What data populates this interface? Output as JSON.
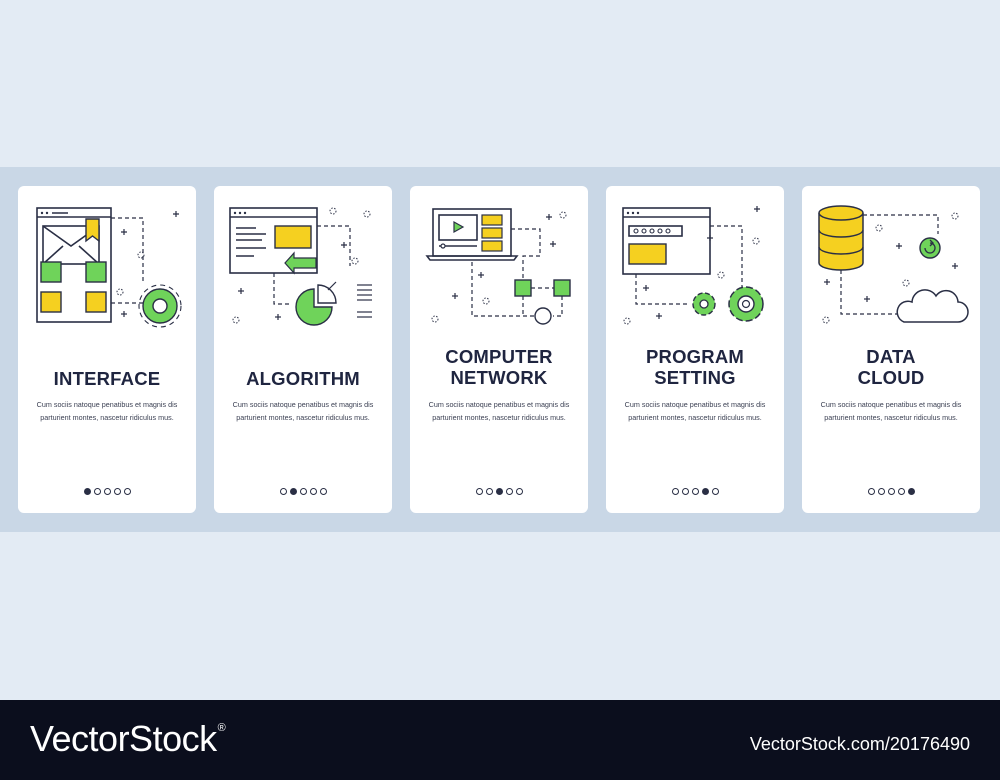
{
  "cards": [
    {
      "title": "INTERFACE",
      "title_lines": 1,
      "desc": "Cum sociis natoque penatibus et magnis dis parturient montes, nascetur ridiculus mus.",
      "active_dot": 0,
      "icon": "interface-icon"
    },
    {
      "title": "ALGORITHM",
      "title_lines": 1,
      "desc": "Cum sociis natoque penatibus et magnis dis parturient montes, nascetur ridiculus mus.",
      "active_dot": 1,
      "icon": "algorithm-icon"
    },
    {
      "title": "COMPUTER\nNETWORK",
      "title_lines": 2,
      "desc": "Cum sociis natoque penatibus et magnis dis parturient montes, nascetur ridiculus mus.",
      "active_dot": 2,
      "icon": "computer-network-icon"
    },
    {
      "title": "PROGRAM\nSETTING",
      "title_lines": 2,
      "desc": "Cum sociis natoque penatibus et magnis dis parturient montes, nascetur ridiculus mus.",
      "active_dot": 3,
      "icon": "program-setting-icon"
    },
    {
      "title": "DATA\nCLOUD",
      "title_lines": 2,
      "desc": "Cum sociis natoque penatibus et magnis dis parturient montes, nascetur ridiculus mus.",
      "active_dot": 4,
      "icon": "data-cloud-icon"
    }
  ],
  "dots_count": 5,
  "footer": {
    "logo": "VectorStock",
    "registered": "®",
    "image_id": "VectorStock.com/20176490"
  },
  "colors": {
    "background": "#e3ebf4",
    "band": "#c9d7e6",
    "card": "#ffffff",
    "title": "#1f2540",
    "yellow": "#f5d020",
    "green": "#6fd35a",
    "outline": "#2a2f45",
    "footer": "#0b0e1d"
  }
}
